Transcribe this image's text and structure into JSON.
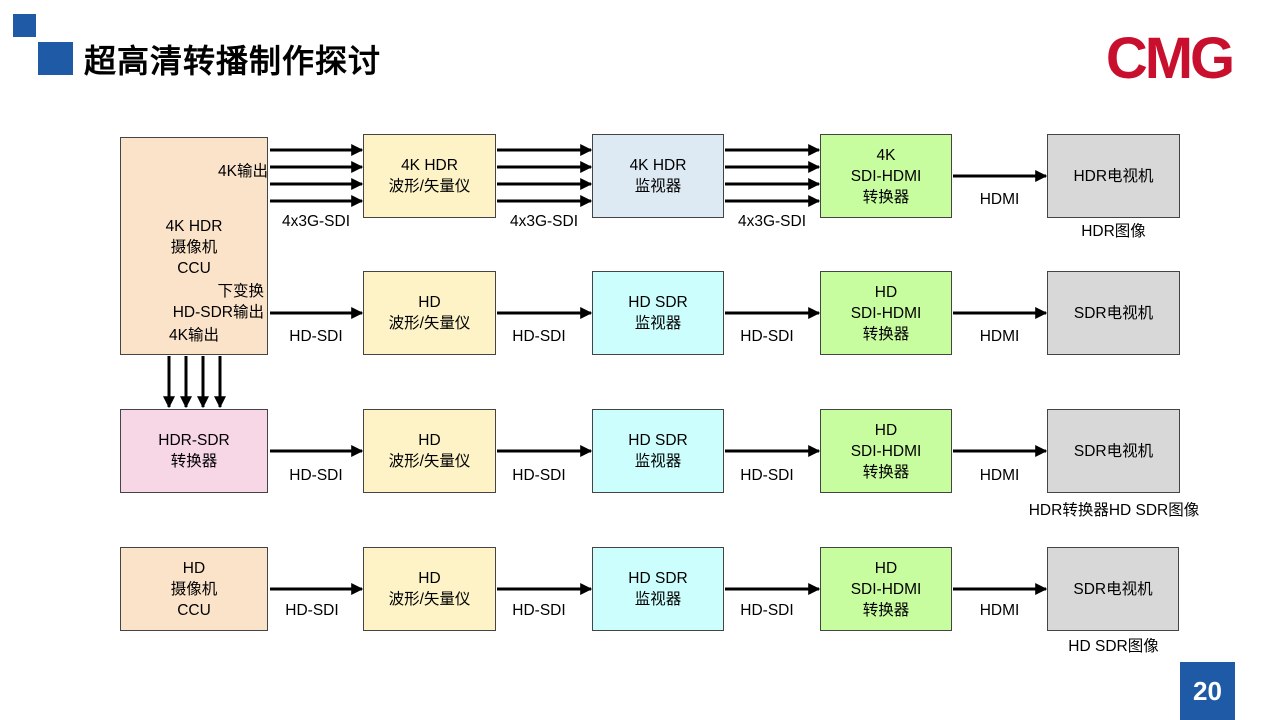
{
  "header": {
    "title": "超高清转播制作探讨"
  },
  "logo": {
    "text": "CMG",
    "color": "#c8102e"
  },
  "colors": {
    "accent": "#1f5aa6"
  },
  "page_number": "20",
  "diagram": {
    "camera_4k": {
      "label_out_4k_top": "4K输出",
      "label_main": "4K HDR\n摄像机\nCCU",
      "label_downconvert": "下变换\nHD-SDR输出",
      "label_out_4k_bottom": "4K输出"
    },
    "row1": {
      "waveform": "4K HDR\n波形/矢量仪",
      "monitor": "4K HDR\n监视器",
      "converter": "4K\nSDI-HDMI\n转换器",
      "tv": "HDR电视机",
      "link1": "4x3G-SDI",
      "link2": "4x3G-SDI",
      "link3": "4x3G-SDI",
      "link4": "HDMI",
      "caption": "HDR图像"
    },
    "row2": {
      "waveform": "HD\n波形/矢量仪",
      "monitor": "HD SDR\n监视器",
      "converter": "HD\nSDI-HDMI\n转换器",
      "tv": "SDR电视机",
      "link1": "HD-SDI",
      "link2": "HD-SDI",
      "link3": "HD-SDI",
      "link4": "HDMI"
    },
    "row3": {
      "source": "HDR-SDR\n转换器",
      "waveform": "HD\n波形/矢量仪",
      "monitor": "HD SDR\n监视器",
      "converter": "HD\nSDI-HDMI\n转换器",
      "tv": "SDR电视机",
      "link1": "HD-SDI",
      "link2": "HD-SDI",
      "link3": "HD-SDI",
      "link4": "HDMI",
      "caption": "HDR转换器HD SDR图像"
    },
    "row4": {
      "source": "HD\n摄像机\nCCU",
      "waveform": "HD\n波形/矢量仪",
      "monitor": "HD SDR\n监视器",
      "converter": "HD\nSDI-HDMI\n转换器",
      "tv": "SDR电视机",
      "link1": "HD-SDI",
      "link2": "HD-SDI",
      "link3": "HD-SDI",
      "link4": "HDMI",
      "caption": "HD SDR图像"
    }
  }
}
